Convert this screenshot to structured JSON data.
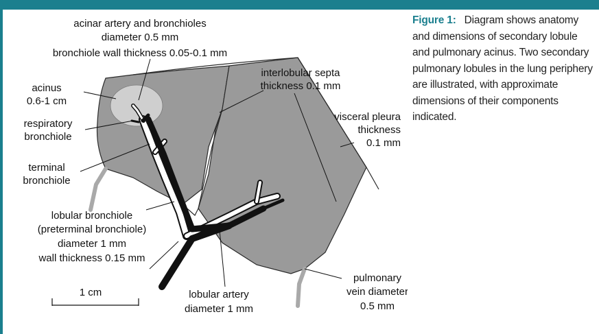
{
  "caption": {
    "label": "Figure 1:",
    "text": "Diagram shows anatomy and dimensions of secondary lobule and pulmonary acinus. Two secondary pulmonary lobules in the lung periphery are illustrated, with approximate dimensions of their components indicated."
  },
  "labels": {
    "acinar_artery": [
      "acinar artery and bronchioles",
      "diameter 0.5 mm",
      "bronchiole wall thickness 0.05-0.1 mm"
    ],
    "acinus": [
      "acinus",
      "0.6-1 cm"
    ],
    "respiratory_bronchiole": [
      "respiratory",
      "bronchiole"
    ],
    "terminal_bronchiole": [
      "terminal",
      "bronchiole"
    ],
    "lobular_bronchiole": [
      "lobular bronchiole",
      "(preterminal bronchiole)",
      "diameter 1 mm",
      "wall thickness 0.15 mm"
    ],
    "scale_bar": "1 cm",
    "lobular_artery": [
      "lobular artery",
      "diameter 1 mm"
    ],
    "interlobular_septa": [
      "interlobular septa",
      "thickness 0.1 mm"
    ],
    "visceral_pleura": [
      "visceral pleura",
      "thickness",
      "0.1 mm"
    ],
    "pulmonary_vein": [
      "pulmonary",
      "vein diameter",
      "0.5 mm"
    ]
  }
}
